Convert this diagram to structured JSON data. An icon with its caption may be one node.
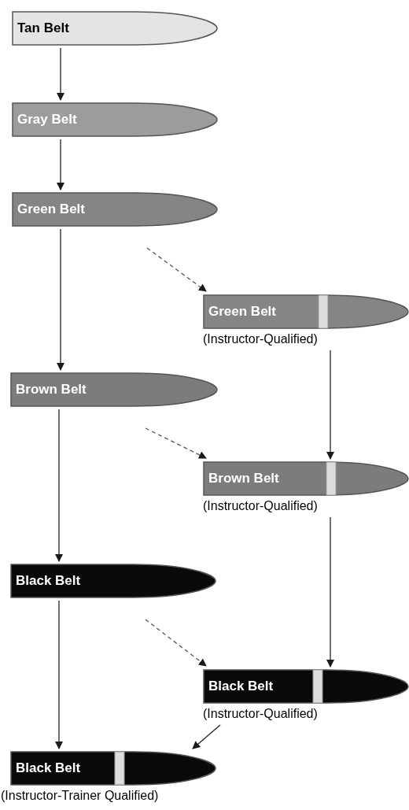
{
  "diagram": {
    "nodes": [
      {
        "text": [
          "Tan Belt"
        ]
      },
      {
        "text": [
          "Gray Belt"
        ]
      },
      {
        "text": [
          "Green Belt"
        ]
      },
      {
        "text": [
          "Green Belt"
        ],
        "beside": [
          "(Instructor-Qualified)"
        ]
      },
      {
        "text": [
          "Brown Belt"
        ]
      },
      {
        "text": [
          "Brown Belt"
        ],
        "beside": [
          "(Instructor-Qualified)"
        ]
      },
      {
        "text": [
          "Black Belt"
        ]
      },
      {
        "text": [
          "Black Belt"
        ],
        "beside": [
          "(Instructor-Qualified)"
        ]
      },
      {
        "text": [
          "Black Belt"
        ],
        "beside": [
          "(Instructor-Trainer Qualified)"
        ]
      }
    ],
    "edges": [
      {
        "from": 0,
        "to": 1,
        "arrow": "to"
      },
      {
        "from": 1,
        "to": 2,
        "arrow": "to"
      },
      {
        "from": 2,
        "to": 4,
        "arrow": "to"
      },
      {
        "from": 2,
        "to": 3,
        "arrow": "to",
        "style": "dashed"
      },
      {
        "from": 3,
        "to": 5,
        "arrow": "to"
      },
      {
        "from": 4,
        "to": 6,
        "arrow": "to"
      },
      {
        "from": 4,
        "to": 5,
        "arrow": "to",
        "style": "dashed"
      },
      {
        "from": 5,
        "to": 7,
        "arrow": "to"
      },
      {
        "from": 6,
        "to": 8,
        "arrow": "to"
      },
      {
        "from": 6,
        "to": 7,
        "arrow": "to",
        "style": "dashed"
      },
      {
        "from": 7,
        "to": 8,
        "arrow": "to"
      }
    ]
  }
}
